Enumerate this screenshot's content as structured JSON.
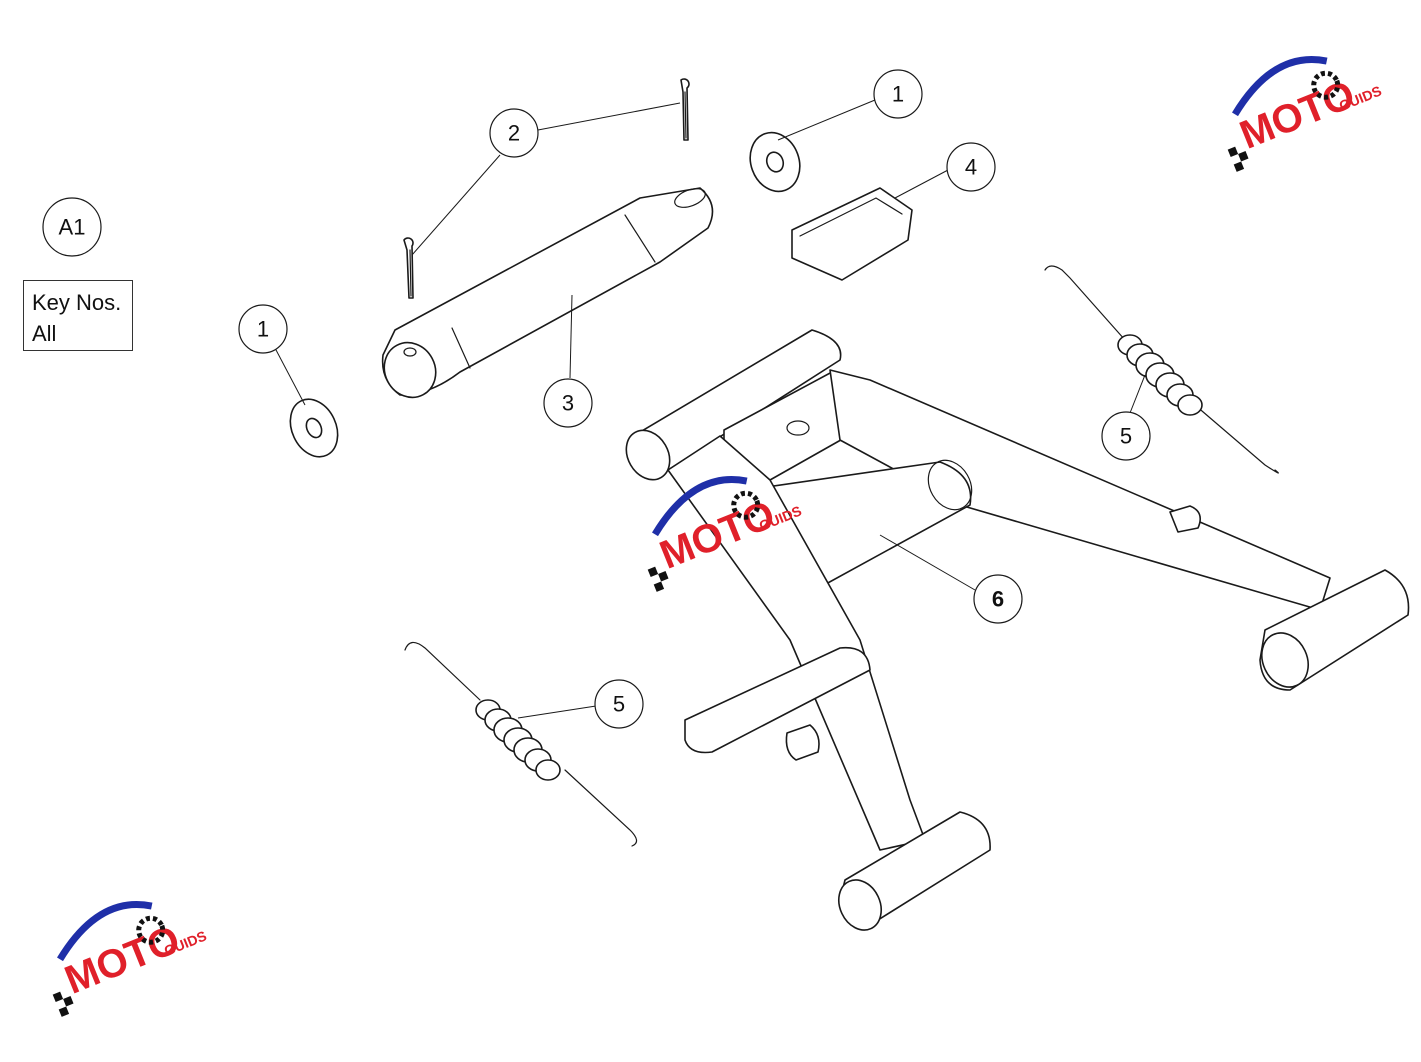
{
  "sheet": {
    "ref": "A1",
    "key_title": "Key Nos.",
    "key_value": "All"
  },
  "callouts": {
    "c1a": "1",
    "c1b": "1",
    "c2": "2",
    "c3": "3",
    "c4": "4",
    "c5a": "5",
    "c5b": "5",
    "c6": "6"
  },
  "watermark": {
    "brand": "MOTO",
    "sub": "GUIDS",
    "colors": {
      "red": "#e0202a",
      "blue": "#1f2fa8",
      "black": "#111111"
    }
  }
}
